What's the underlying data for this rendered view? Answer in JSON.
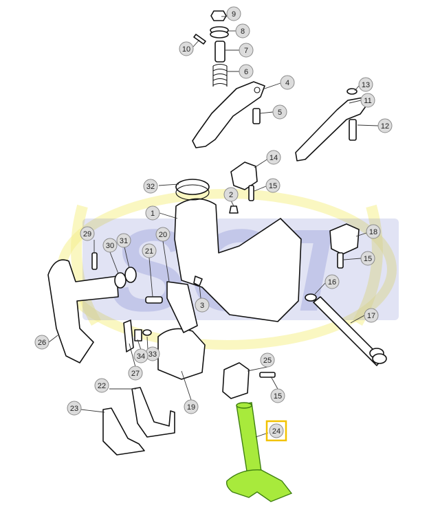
{
  "diagram": {
    "watermark_text": "SGT",
    "highlight_color": "#a8ea3c",
    "highlight_box_color": "#f2c200",
    "watermark_blue": "#3c48b8",
    "watermark_yellow": "#f4ec7a",
    "selected_part": "24",
    "callouts": [
      {
        "label": "1"
      },
      {
        "label": "2"
      },
      {
        "label": "3"
      },
      {
        "label": "4"
      },
      {
        "label": "5"
      },
      {
        "label": "6"
      },
      {
        "label": "7"
      },
      {
        "label": "8"
      },
      {
        "label": "9"
      },
      {
        "label": "10"
      },
      {
        "label": "11"
      },
      {
        "label": "12"
      },
      {
        "label": "13"
      },
      {
        "label": "14"
      },
      {
        "label": "15"
      },
      {
        "label": "15"
      },
      {
        "label": "15"
      },
      {
        "label": "16"
      },
      {
        "label": "17"
      },
      {
        "label": "18"
      },
      {
        "label": "19"
      },
      {
        "label": "20"
      },
      {
        "label": "21"
      },
      {
        "label": "22"
      },
      {
        "label": "23"
      },
      {
        "label": "24"
      },
      {
        "label": "25"
      },
      {
        "label": "26"
      },
      {
        "label": "27"
      },
      {
        "label": "29"
      },
      {
        "label": "30"
      },
      {
        "label": "31"
      },
      {
        "label": "32"
      },
      {
        "label": "33"
      },
      {
        "label": "34"
      }
    ]
  }
}
